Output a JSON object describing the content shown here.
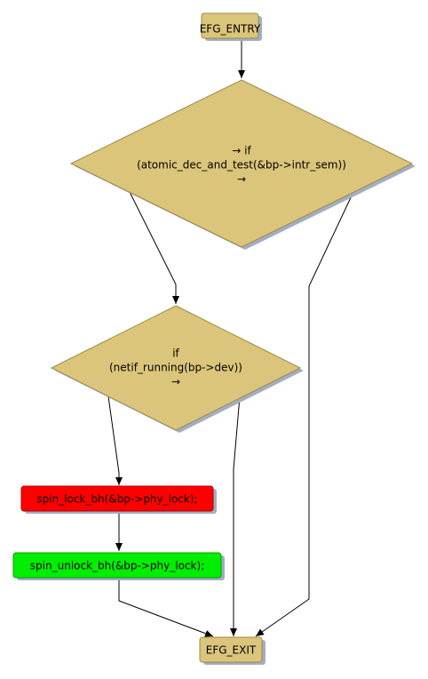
{
  "nodes": {
    "entry": {
      "label": "EFG_ENTRY"
    },
    "if1": {
      "lines": [
        "→ if",
        "(atomic_dec_and_test(&bp->intr_sem))",
        "→"
      ]
    },
    "if2": {
      "lines": [
        "if",
        "(netif_running(bp->dev))",
        "→"
      ]
    },
    "lock": {
      "label": "spin_lock_bh(&bp->phy_lock);"
    },
    "unlock": {
      "label": "spin_unlock_bh(&bp->phy_lock);"
    },
    "exit": {
      "label": "EFG_EXIT"
    }
  },
  "colors": {
    "node_fill": "#dbc57a",
    "node_stroke": "#9b8a4a",
    "shadow": "#a3adc2",
    "lock_fill": "#ff0000",
    "unlock_fill": "#00ee00",
    "edge": "#000000"
  }
}
